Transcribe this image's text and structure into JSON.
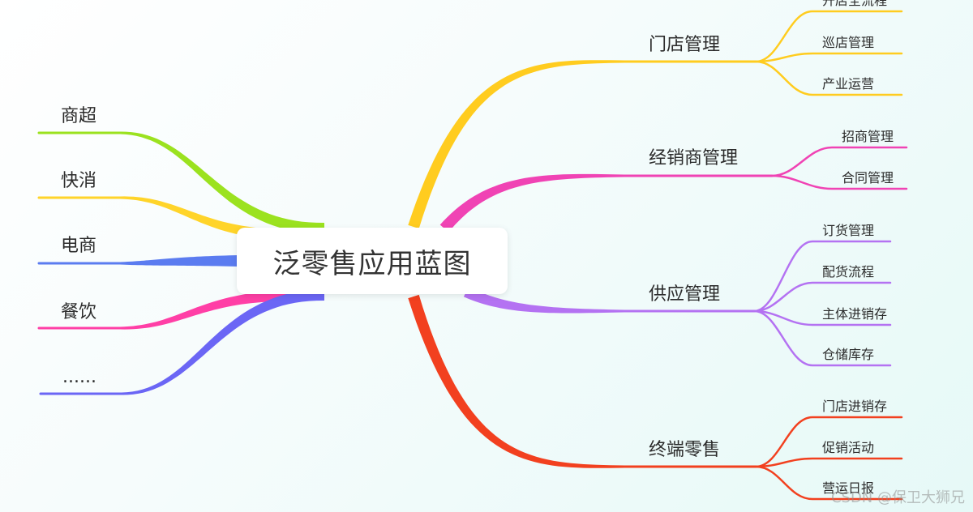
{
  "root": {
    "label": "泛零售应用蓝图"
  },
  "left_branches": [
    {
      "label": "商超",
      "color": "#9BE21F"
    },
    {
      "label": "快消",
      "color": "#FFD42A"
    },
    {
      "label": "电商",
      "color": "#5B7CF0"
    },
    {
      "label": "餐饮",
      "color": "#FF3FA6"
    },
    {
      "label": "......",
      "color": "#6B66F5"
    }
  ],
  "right_branches": [
    {
      "label": "门店管理",
      "color": "#FFCC1F",
      "children": [
        "开店全流程",
        "巡店管理",
        "产业运营"
      ]
    },
    {
      "label": "经销商管理",
      "color": "#F043B4",
      "children": [
        "招商管理",
        "合同管理"
      ]
    },
    {
      "label": "供应管理",
      "color": "#B472F2",
      "children": [
        "订货管理",
        "配货流程",
        "主体进销存",
        "仓储库存"
      ]
    },
    {
      "label": "终端零售",
      "color": "#F2401F",
      "children": [
        "门店进销存",
        "促销活动",
        "营运日报"
      ]
    }
  ],
  "watermark": "CSDN @保卫大狮兄"
}
